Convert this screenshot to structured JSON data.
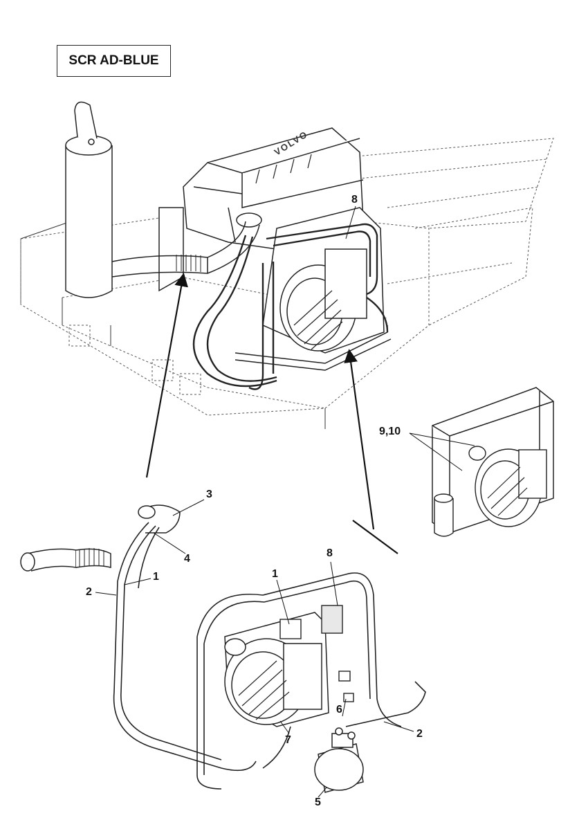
{
  "title": "SCR AD-BLUE",
  "brand_mark": "VOLVO",
  "callouts": {
    "top_assembly_8": "8",
    "side_view_9_10": "9,10",
    "exploded_3": "3",
    "exploded_4": "4",
    "exploded_1_left": "1",
    "exploded_2_left": "2",
    "exploded_8": "8",
    "exploded_1_right": "1",
    "exploded_6": "6",
    "exploded_2_right": "2",
    "exploded_7": "7",
    "exploded_5": "5"
  },
  "colors": {
    "line": "#222222",
    "fill": "#ffffff",
    "shade": "#e8e8e8"
  }
}
